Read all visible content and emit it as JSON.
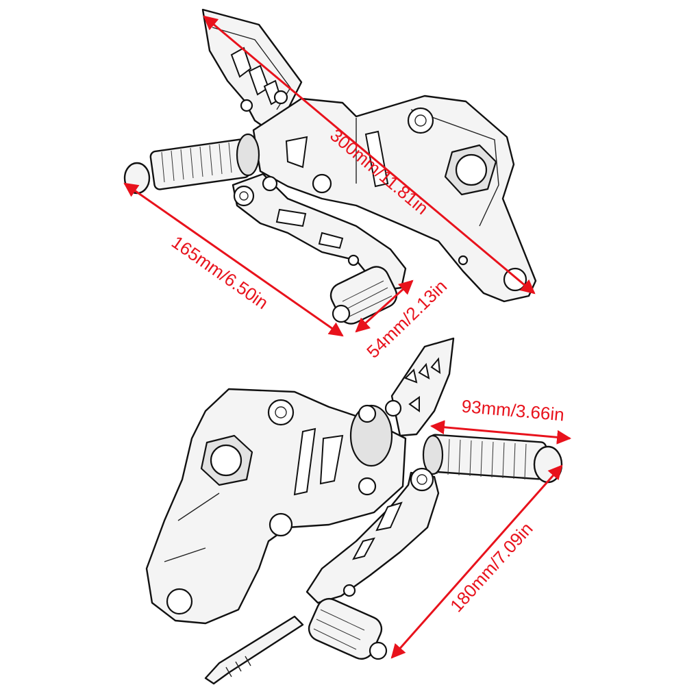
{
  "annotation_color": "#e8121c",
  "dimensions": [
    {
      "id": "overall-length",
      "label": "300mm/11.81in"
    },
    {
      "id": "peg-to-lever",
      "label": "165mm/6.50in"
    },
    {
      "id": "shift-pad",
      "label": "54mm/2.13in"
    },
    {
      "id": "peg-length",
      "label": "93mm/3.66in"
    },
    {
      "id": "lever-length",
      "label": "180mm/7.09in"
    }
  ]
}
